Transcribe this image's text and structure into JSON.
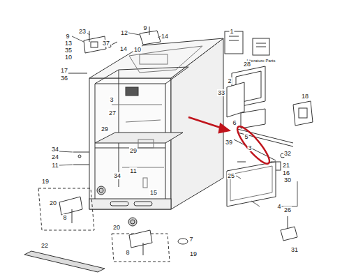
{
  "diagram": {
    "labels": [
      "23",
      "9",
      "12",
      "9",
      "13",
      "37",
      "14",
      "35",
      "14",
      "10",
      "10",
      "17",
      "36",
      "1",
      "Literature Parts",
      "33",
      "28",
      "2",
      "18",
      "3",
      "27",
      "5",
      "29",
      "6",
      "3",
      "39",
      "29",
      "32",
      "34",
      "24",
      "11",
      "21",
      "16",
      "25",
      "30",
      "11",
      "34",
      "15",
      "19",
      "4",
      "20",
      "8",
      "26",
      "20",
      "8",
      "7",
      "22",
      "19",
      "31"
    ]
  }
}
